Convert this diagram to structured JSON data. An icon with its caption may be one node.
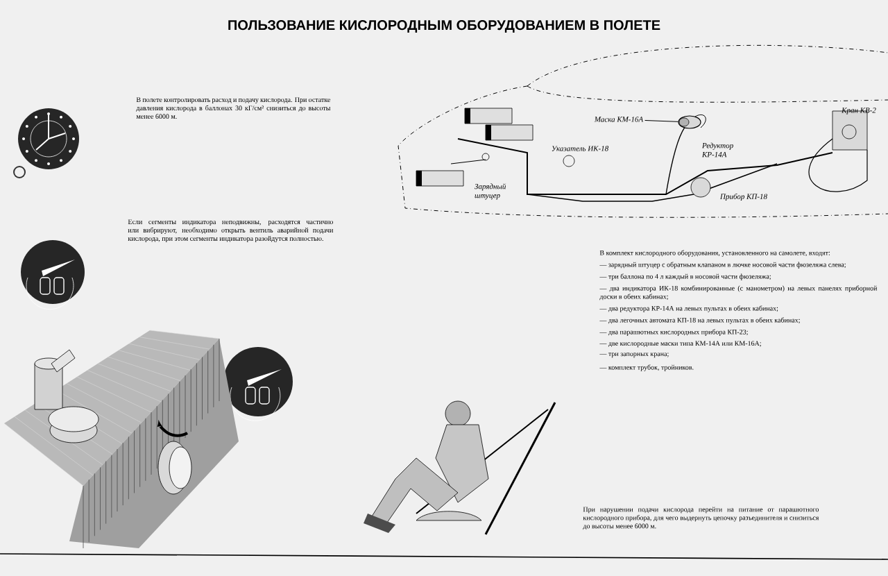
{
  "diagram": {
    "title": "ПОЛЬЗОВАНИЕ КИСЛОРОДНЫМ ОБОРУДОВАНИЕМ В ПОЛЕТЕ",
    "nodes": [
      {
        "text": [
          "Маска КМ-16А"
        ]
      },
      {
        "text": [],
        "shape": "picture"
      }
    ],
    "edges": [
      {
        "from": 0,
        "to": 1,
        "arrow": "none"
      }
    ],
    "labels": [
      "В полете контролировать расход и подачу кислорода. При остатке давления кислорода в баллонах 30 кГ/см² снизиться до высоты менее 6000 м.",
      "Кран КВ-2",
      "Указатель ИК-18",
      "Редуктор КР-14А",
      "Зарядный штуцер",
      "Прибор КП-18",
      "Если сегменты индикатора неподвижны, расходятся частично или вибрируют, необходимо открыть вентиль аварийной подачи кислорода, при этом сегменты индикатора разойдутся полностью.",
      "В комплект кислородного оборудования, установленного на самолете, входят:",
      "— зарядный штуцер с обратным клапаном в лючке носовой части фюзеляжа слева;",
      "— три баллона по 4 л каждый в носовой части фюзеляжа;",
      "— два индикатора ИК-18 комбинированные (с манометром) на левых панелях приборной доски в обеих кабинах;",
      "— два редуктора КР-14А на левых пультах в обеих кабинах;",
      "— два легочных автомата КП-18 на левых пультах в обеих кабинах;",
      "— два парашютных кислородных прибора КП-23;",
      "— две кислородные маски типа КМ-14А или КМ-16А;",
      "— три запорных крана;",
      "— комплект трубок, тройников.",
      "При нарушении подачи кислорода перейти на питание от парашютного кислородного прибора, для чего выдернуть цепочку разъединителя и снизиться до высоты менее 6000 м."
    ]
  }
}
